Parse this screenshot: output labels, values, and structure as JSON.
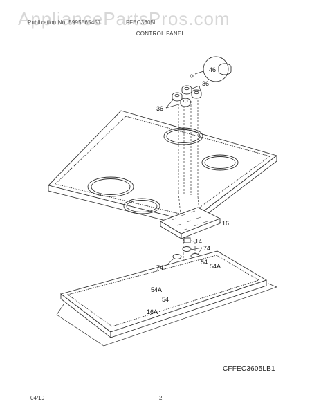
{
  "watermark": "AppliancePartsPros.com",
  "header": {
    "publication": "Publication No: 5995565457",
    "model": "FFEC3605L",
    "section": "CONTROL PANEL"
  },
  "callouts": {
    "c46": "46",
    "c36a": "36",
    "c36b": "36",
    "c16": "16",
    "c14": "14",
    "c74a": "74",
    "c74b": "74",
    "c54a": "54",
    "c54Aa": "54A",
    "c54Ab": "54A",
    "c54b": "54",
    "c16A": "16A"
  },
  "part_code": "CFFEC3605LB1",
  "footer": {
    "date": "04/10",
    "page": "2"
  }
}
